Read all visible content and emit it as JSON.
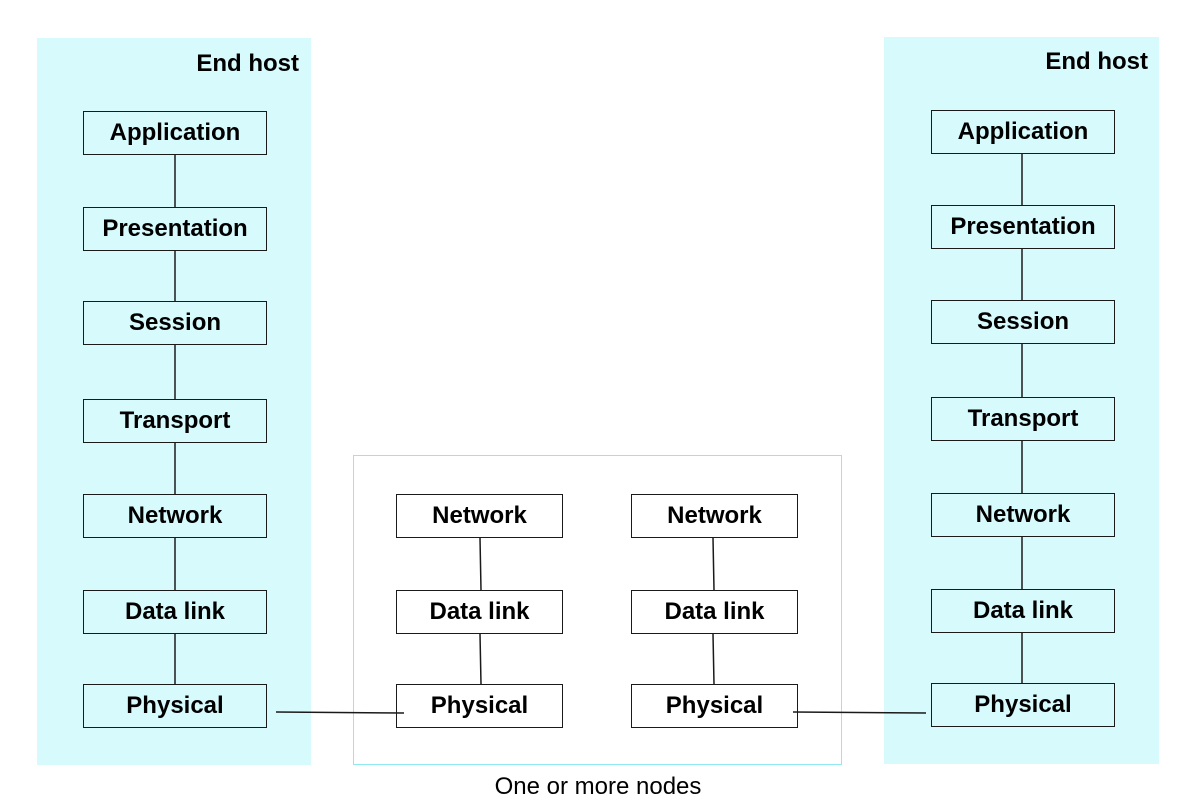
{
  "left_host": {
    "title": "End host",
    "layers": [
      "Application",
      "Presentation",
      "Session",
      "Transport",
      "Network",
      "Data link",
      "Physical"
    ]
  },
  "right_host": {
    "title": "End host",
    "layers": [
      "Application",
      "Presentation",
      "Session",
      "Transport",
      "Network",
      "Data link",
      "Physical"
    ]
  },
  "nodes": {
    "caption": "One or more nodes",
    "node_a": {
      "layers": [
        "Network",
        "Data link",
        "Physical"
      ]
    },
    "node_b": {
      "layers": [
        "Network",
        "Data link",
        "Physical"
      ]
    }
  },
  "colors": {
    "host_fill": "#d7fafd",
    "nodes_border": "#8fe9f2",
    "line": "#1a1a1a"
  }
}
